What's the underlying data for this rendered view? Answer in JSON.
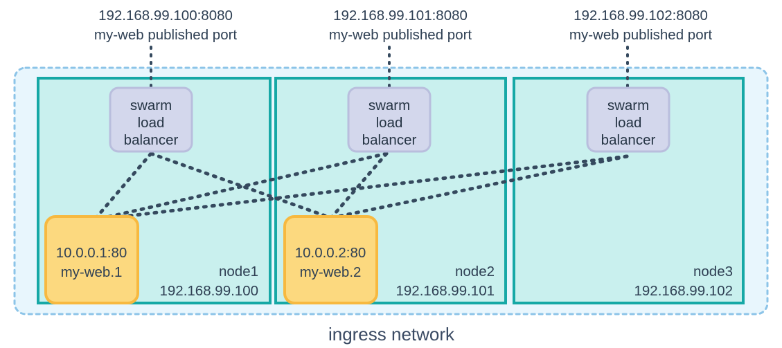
{
  "diagram": {
    "title_label": "ingress network",
    "colors": {
      "ingress_fill": "#e8f6fd",
      "ingress_border": "#8cc4e8",
      "node_fill": "#c9f0ee",
      "node_border": "#16a8a6",
      "lb_fill": "#d3d7ec",
      "lb_border": "#b9bedd",
      "task_fill": "#fcd97f",
      "task_border": "#f7b940",
      "line_color": "#35495e",
      "text_color": "#2f4054",
      "network_text": "#3a4a63"
    },
    "published_ports": [
      {
        "address": "192.168.99.100:8080",
        "caption": "my-web published port"
      },
      {
        "address": "192.168.99.101:8080",
        "caption": "my-web published port"
      },
      {
        "address": "192.168.99.102:8080",
        "caption": "my-web published port"
      }
    ],
    "load_balancers": [
      {
        "line1": "swarm",
        "line2": "load",
        "line3": "balancer"
      },
      {
        "line1": "swarm",
        "line2": "load",
        "line3": "balancer"
      },
      {
        "line1": "swarm",
        "line2": "load",
        "line3": "balancer"
      }
    ],
    "tasks": [
      {
        "address": "10.0.0.1:80",
        "name": "my-web.1"
      },
      {
        "address": "10.0.0.2:80",
        "name": "my-web.2"
      }
    ],
    "nodes": [
      {
        "name": "node1",
        "ip": "192.168.99.100"
      },
      {
        "name": "node2",
        "ip": "192.168.99.101"
      },
      {
        "name": "node3",
        "ip": "192.168.99.102"
      }
    ]
  }
}
